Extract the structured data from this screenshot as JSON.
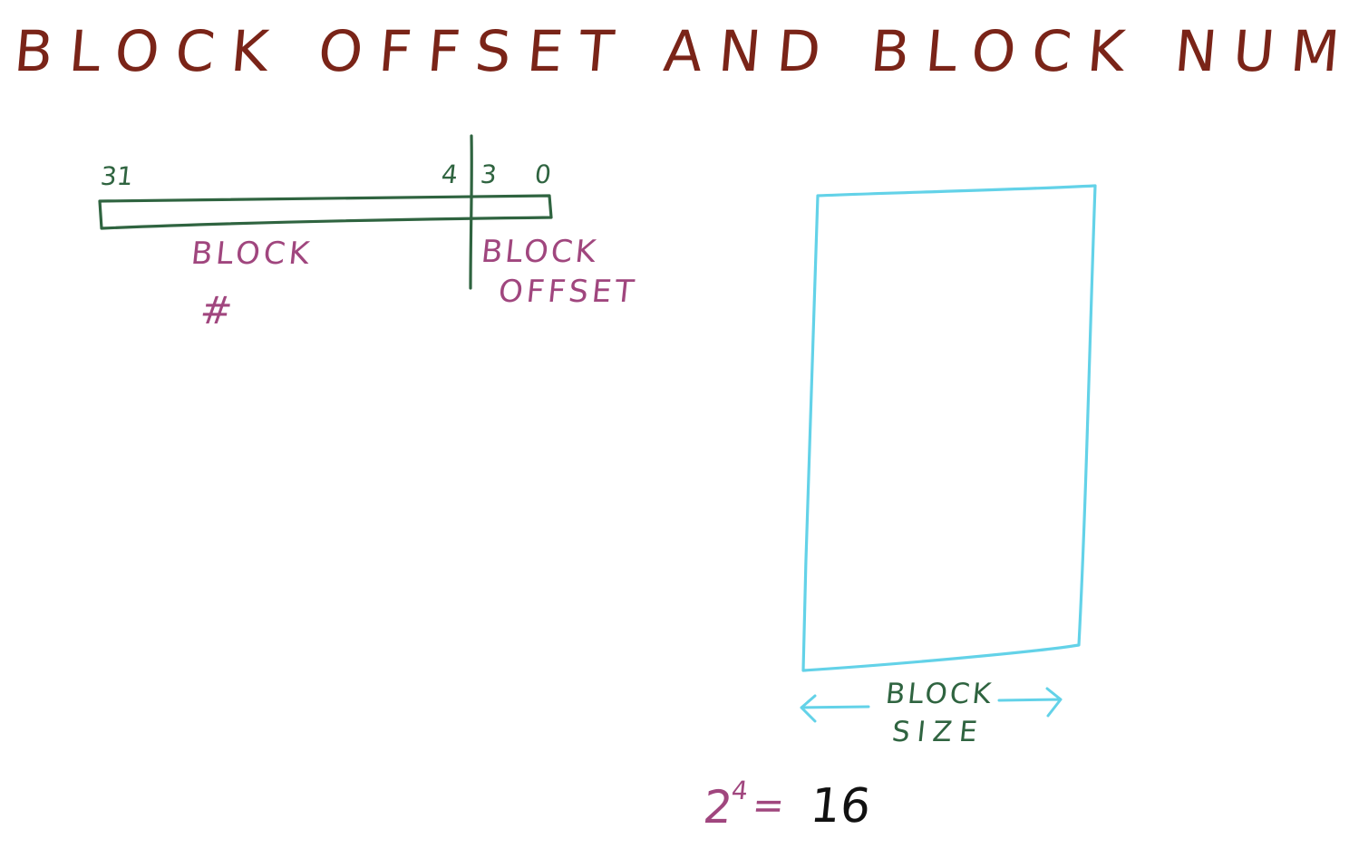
{
  "title": "BLOCK  OFFSET  AND  BLOCK  NUMBER",
  "address": {
    "bits": {
      "high": "31",
      "split_high": "4",
      "split_low": "3",
      "low": "0"
    },
    "fields": {
      "block_number_label": "BLOCK",
      "block_number_symbol": "#",
      "block_offset_line1": "BLOCK",
      "block_offset_line2": "OFFSET"
    }
  },
  "block_size": {
    "line1": "BLOCK",
    "line2": "SIZE"
  },
  "equation": {
    "base": "2",
    "exponent": "4",
    "equals": "=",
    "result": "16"
  },
  "colors": {
    "title": "#7a2418",
    "diagram_green": "#2f6440",
    "label_purple": "#a0467e",
    "block_cyan": "#63d2e8",
    "equation_black": "#111111"
  }
}
